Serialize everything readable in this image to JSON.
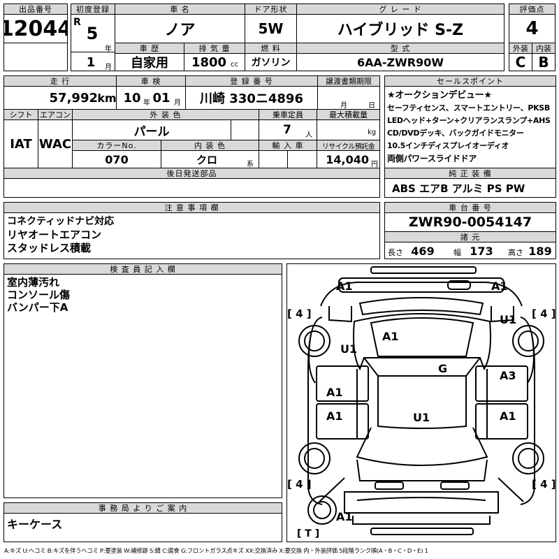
{
  "lot": {
    "label": "出品番号",
    "value": "12044"
  },
  "first_reg": {
    "label": "初度登録",
    "era": "R",
    "year": "5",
    "year_unit": "年",
    "month": "1",
    "month_unit": "月"
  },
  "car_name": {
    "label": "車 名",
    "value": "ノア"
  },
  "door": {
    "label": "ドア形状",
    "value": "5W"
  },
  "grade": {
    "label": "グ レ ー ド",
    "value": "ハイブリッド S-Z"
  },
  "score": {
    "label": "評価点",
    "value": "4",
    "ext_label": "外装",
    "int_label": "内装",
    "ext": "C",
    "int": "B"
  },
  "history": {
    "label": "車 歴",
    "value": "自家用"
  },
  "displacement": {
    "label": "排 気 量",
    "value": "1800",
    "unit": "cc"
  },
  "fuel": {
    "label": "燃 料",
    "value": "ガソリン"
  },
  "model": {
    "label": "型 式",
    "value": "6AA-ZWR90W"
  },
  "mileage": {
    "label": "走 行",
    "value": "57,992",
    "unit": "km"
  },
  "inspection": {
    "label": "車 検",
    "year": "10",
    "year_unit": "年",
    "month": "01",
    "month_unit": "月"
  },
  "reg_no": {
    "label": "登 録 番 号",
    "value": "川崎 330ニ4896"
  },
  "transfer": {
    "label": "譲渡書類期限",
    "month_unit": "月",
    "day_unit": "日"
  },
  "shift": {
    "label": "シフト",
    "value": "IAT"
  },
  "ac": {
    "label": "エアコン",
    "value": "WAC"
  },
  "ext_color": {
    "label": "外 装 色",
    "value": "パール"
  },
  "capacity": {
    "label": "乗車定員",
    "value": "7",
    "unit": "人"
  },
  "max_load": {
    "label": "最大積載量",
    "unit": "kg"
  },
  "color_no": {
    "label": "カラーNo.",
    "value": "070"
  },
  "int_color": {
    "label": "内 装 色",
    "value": "クロ",
    "unit": "系"
  },
  "import": {
    "label": "輸 入 車"
  },
  "recycle": {
    "label": "リサイクル預託金",
    "value": "14,040",
    "unit": "円"
  },
  "sales_points": {
    "label": "セールスポイント",
    "lines": [
      "★オークションデビュー★",
      "セーフティセンス、スマートエントリー、PKSB",
      "LEDヘッド+ターン+クリアランスランプ+AHS",
      "CD/DVDデッキ、バックガイドモニター",
      "10.5インチディスプレイオーディオ",
      "両側パワースライドドア"
    ]
  },
  "later_parts": {
    "label": "後日発送部品"
  },
  "genuine_equipment": {
    "label": "純 正 装 備",
    "value": "ABS エアB アルミ PS PW"
  },
  "notes": {
    "label": "注 意 事 項 欄",
    "lines": [
      "コネクティッドナビ対応",
      "リヤオートエアコン",
      "スタッドレス積載"
    ]
  },
  "chassis": {
    "label": "車 台 番 号",
    "value": "ZWR90-0054147"
  },
  "dims": {
    "label": "諸 元",
    "length_label": "長さ",
    "length": "469",
    "width_label": "幅",
    "width": "173",
    "height_label": "高さ",
    "height": "189"
  },
  "inspector": {
    "label": "検 査 員 記 入 欄",
    "lines": [
      "室内薄汚れ",
      "コンソール傷",
      "バンパー下A"
    ]
  },
  "office": {
    "label": "事 務 局 よ り ご 案 内",
    "value": "キーケース"
  },
  "diagram": {
    "marks": {
      "front_left": "A1",
      "front_right": "A1",
      "windshield": "A1",
      "fender_left": "U1",
      "fender_right": "U1",
      "roof": "G",
      "door_fl": "A1",
      "door_fr": "A3",
      "door_rl": "A1",
      "door_rr": "A1",
      "center": "U1",
      "rear": "A1"
    },
    "tire_left_front": "[ 4 ]",
    "tire_right_front": "[ 4 ]",
    "tire_left_rear": "[ 4 ]",
    "tire_right_rear": "[ 4 ]",
    "spare": "[ T ]"
  },
  "legend": "A:キズ U:ヘコミ B:キズを伴うヘコミ P:要塗装 W:補修跡 S:錆 C:腐食 G:フロントガラス点キズ XX:交換済み X:要交換 内・外装評価 5段階ランク順(A・B・C・D・E) 1"
}
